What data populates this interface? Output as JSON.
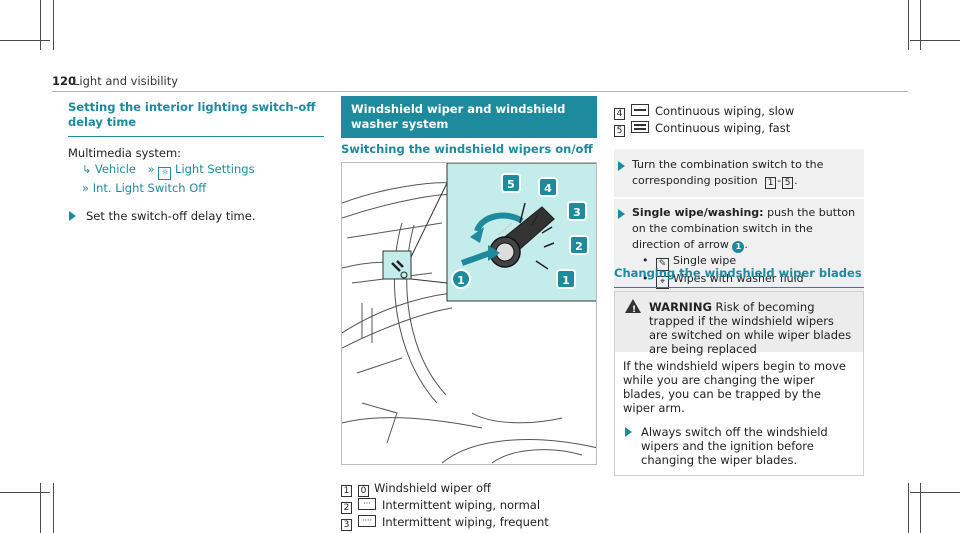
{
  "header": {
    "page_number": "120",
    "title": "Light and visibility"
  },
  "col1": {
    "heading": "Setting the interior lighting switch-off delay time",
    "intro": "Multimedia system:",
    "nav": [
      "Vehicle",
      "Light Settings",
      "Int. Light Switch Off"
    ],
    "step": "Set the switch-off delay time."
  },
  "col2": {
    "banner": "Windshield wiper and windshield washer system",
    "subheading": "Switching the windshield wipers on/off",
    "figure_labels": [
      "1",
      "2",
      "3",
      "4",
      "5"
    ],
    "items": [
      {
        "num": "1",
        "symbol": "0",
        "text": "Windshield wiper off"
      },
      {
        "num": "2",
        "symbol": "···",
        "text": "Intermittent wiping, normal"
      },
      {
        "num": "3",
        "symbol": "····",
        "text": "Intermittent wiping, frequent"
      }
    ]
  },
  "col3": {
    "items": [
      {
        "num": "4",
        "text": "Continuous wiping, slow"
      },
      {
        "num": "5",
        "text": "Continuous wiping, fast"
      }
    ],
    "step1": "Turn the combination switch to the corresponding position",
    "step1_range_start": "1",
    "step1_range_end": "5",
    "step2_bold": "Single wipe/washing:",
    "step2_text": "push the button on the combination switch in the direction of arrow",
    "step2_arrow_num": "1",
    "bullets": [
      "Single wipe",
      "Wipes with washer fluid"
    ],
    "subheading": "Changing the windshield wiper blades",
    "warning": {
      "label": "WARNING",
      "top_text": "Risk of becoming trapped if the windshield wipers are switched on while wiper blades are being replaced",
      "body": "If the windshield wipers begin to move while you are changing the wiper blades, you can be trapped by the wiper arm.",
      "step": "Always switch off the windshield wipers and the ignition before changing the wiper blades."
    }
  },
  "colors": {
    "accent": "#1e8a9e",
    "figure_highlight": "#c4ecea"
  }
}
